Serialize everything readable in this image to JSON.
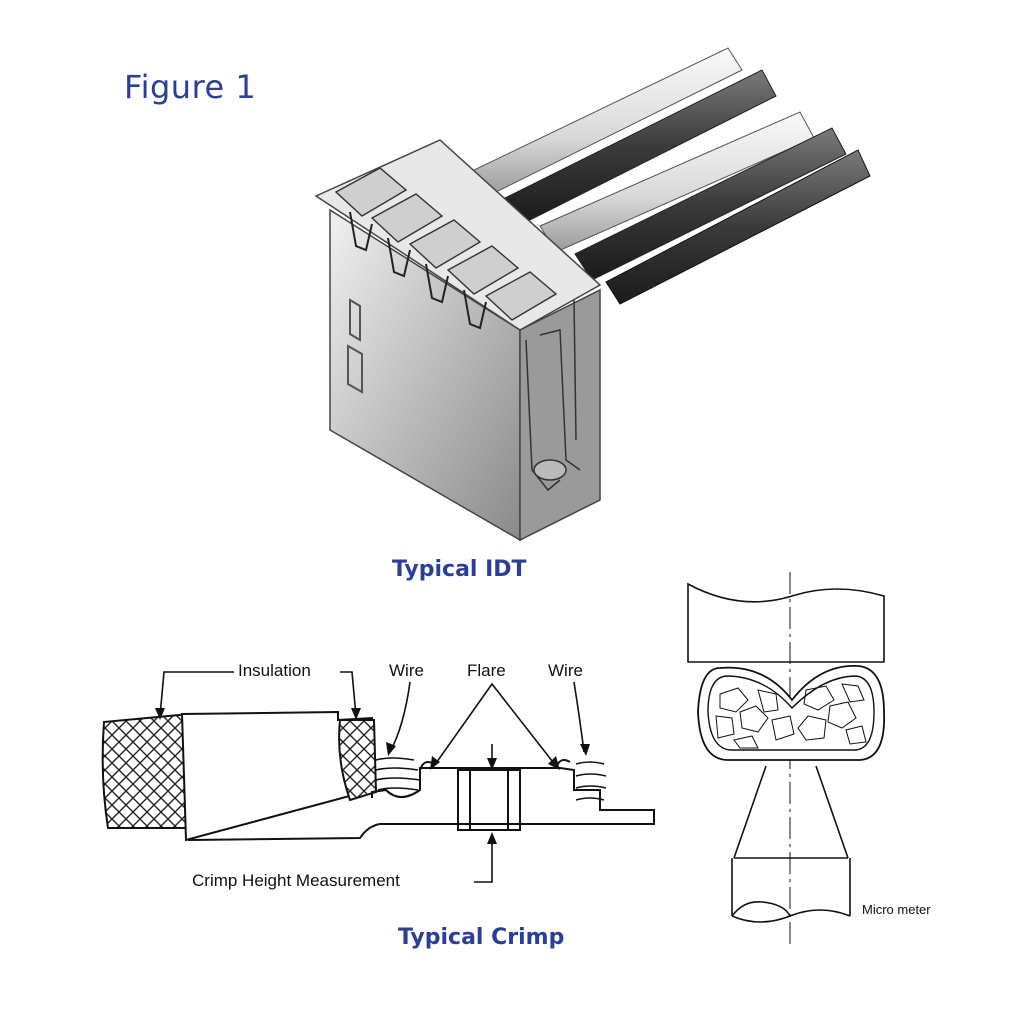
{
  "figure_title": "Figure 1",
  "idt": {
    "caption": "Typical IDT"
  },
  "crimp": {
    "caption": "Typical Crimp",
    "labels": {
      "insulation": "Insulation",
      "wire_left": "Wire",
      "flare": "Flare",
      "wire_right": "Wire",
      "crimp_height": "Crimp Height Measurement"
    }
  },
  "micrometer": {
    "label": "Micro meter"
  },
  "colors": {
    "caption_blue": "#2b3f99",
    "line": "#111111"
  }
}
